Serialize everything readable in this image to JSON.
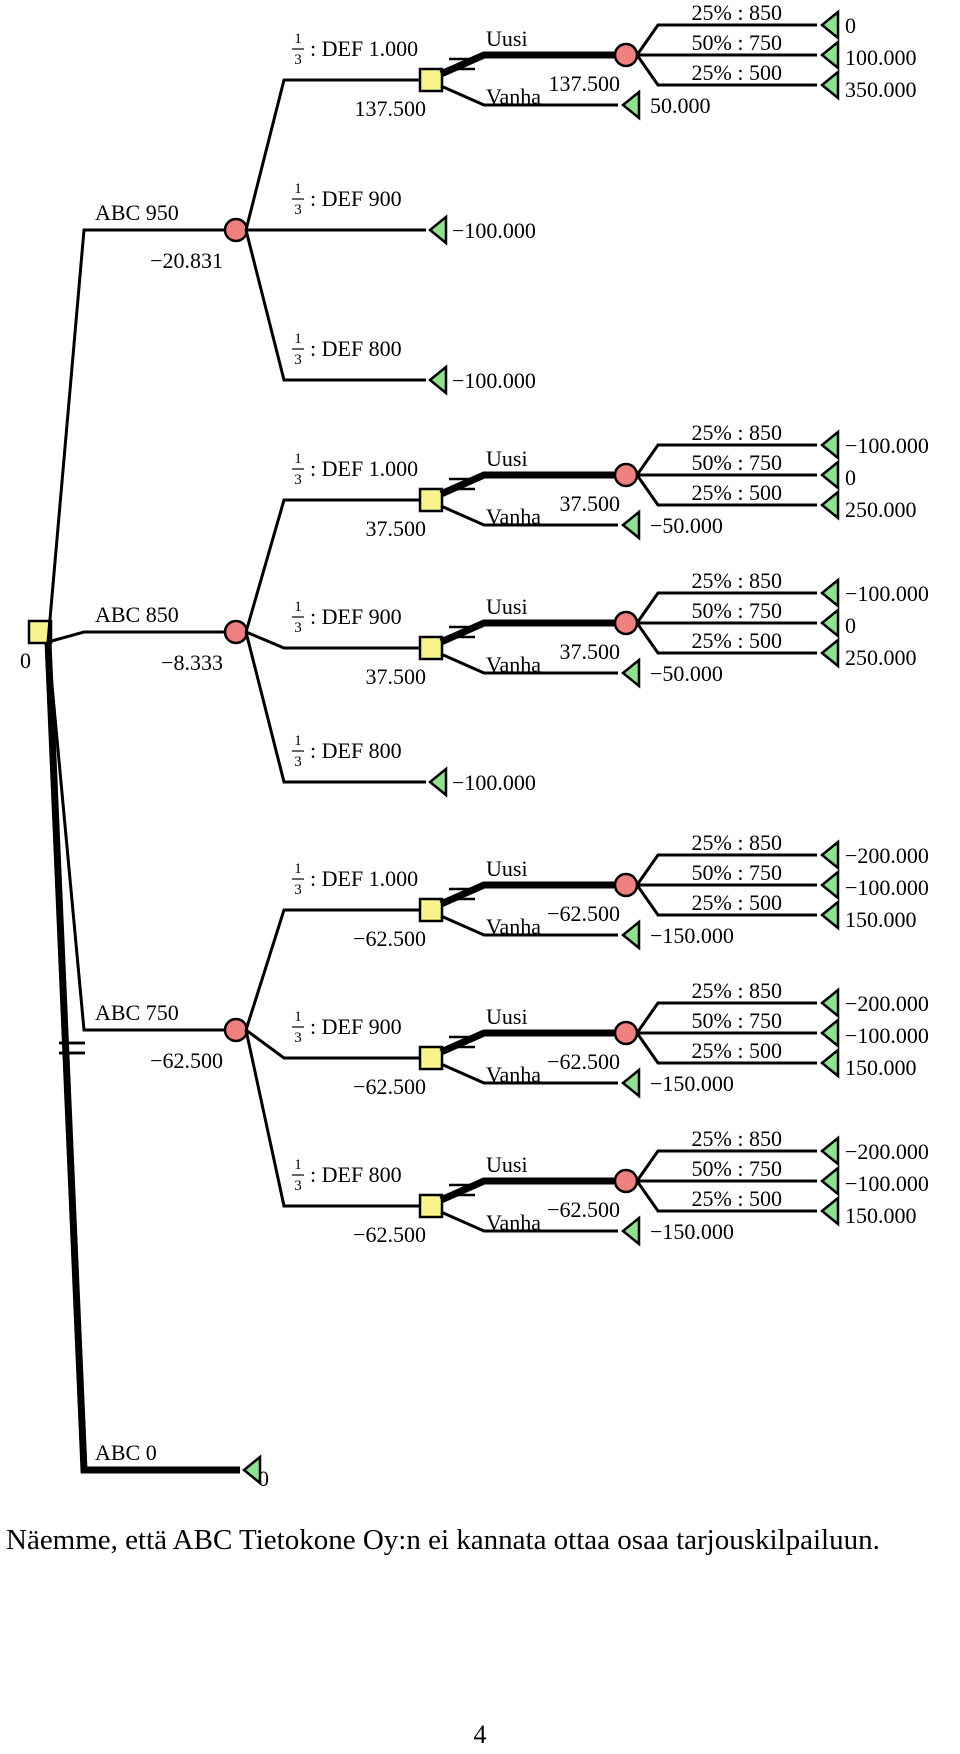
{
  "colors": {
    "decision_node": "#f9f38e",
    "chance_node": "#f08080",
    "terminal_node": "#8fe08f",
    "lines": "#000000"
  },
  "tree": {
    "root_value": "0",
    "options": [
      {
        "label": "ABC 950",
        "value": "−20.831",
        "chosen": false,
        "branches": [
          {
            "prob": "1",
            "prob_den": "3",
            "label": ": DEF 1.000",
            "decision": true,
            "value": "137.500",
            "uusi_label": "Uusi",
            "uusi_value": "137.500",
            "vanha_label": "Vanha",
            "vanha_value": "50.000",
            "uusi_chosen": true,
            "outcomes": [
              {
                "label": "25% : 850",
                "payoff": "0"
              },
              {
                "label": "50% : 750",
                "payoff": "100.000"
              },
              {
                "label": "25% : 500",
                "payoff": "350.000"
              }
            ]
          },
          {
            "prob": "1",
            "prob_den": "3",
            "label": ": DEF 900",
            "decision": false,
            "value": "−100.000"
          },
          {
            "prob": "1",
            "prob_den": "3",
            "label": ": DEF 800",
            "decision": false,
            "value": "−100.000"
          }
        ]
      },
      {
        "label": "ABC 850",
        "value": "−8.333",
        "chosen": false,
        "branches": [
          {
            "prob": "1",
            "prob_den": "3",
            "label": ": DEF 1.000",
            "decision": true,
            "value": "37.500",
            "uusi_label": "Uusi",
            "uusi_value": "37.500",
            "vanha_label": "Vanha",
            "vanha_value": "−50.000",
            "uusi_chosen": true,
            "outcomes": [
              {
                "label": "25% : 850",
                "payoff": "−100.000"
              },
              {
                "label": "50% : 750",
                "payoff": "0"
              },
              {
                "label": "25% : 500",
                "payoff": "250.000"
              }
            ]
          },
          {
            "prob": "1",
            "prob_den": "3",
            "label": ": DEF 900",
            "decision": true,
            "value": "37.500",
            "uusi_label": "Uusi",
            "uusi_value": "37.500",
            "vanha_label": "Vanha",
            "vanha_value": "−50.000",
            "uusi_chosen": true,
            "outcomes": [
              {
                "label": "25% : 850",
                "payoff": "−100.000"
              },
              {
                "label": "50% : 750",
                "payoff": "0"
              },
              {
                "label": "25% : 500",
                "payoff": "250.000"
              }
            ]
          },
          {
            "prob": "1",
            "prob_den": "3",
            "label": ": DEF 800",
            "decision": false,
            "value": "−100.000"
          }
        ]
      },
      {
        "label": "ABC 750",
        "value": "−62.500",
        "chosen": false,
        "branches": [
          {
            "prob": "1",
            "prob_den": "3",
            "label": ": DEF 1.000",
            "decision": true,
            "value": "−62.500",
            "uusi_label": "Uusi",
            "uusi_value": "−62.500",
            "vanha_label": "Vanha",
            "vanha_value": "−150.000",
            "uusi_chosen": true,
            "outcomes": [
              {
                "label": "25% : 850",
                "payoff": "−200.000"
              },
              {
                "label": "50% : 750",
                "payoff": "−100.000"
              },
              {
                "label": "25% : 500",
                "payoff": "150.000"
              }
            ]
          },
          {
            "prob": "1",
            "prob_den": "3",
            "label": ": DEF 900",
            "decision": true,
            "value": "−62.500",
            "uusi_label": "Uusi",
            "uusi_value": "−62.500",
            "vanha_label": "Vanha",
            "vanha_value": "−150.000",
            "uusi_chosen": true,
            "outcomes": [
              {
                "label": "25% : 850",
                "payoff": "−200.000"
              },
              {
                "label": "50% : 750",
                "payoff": "−100.000"
              },
              {
                "label": "25% : 500",
                "payoff": "150.000"
              }
            ]
          },
          {
            "prob": "1",
            "prob_den": "3",
            "label": ": DEF 800",
            "decision": true,
            "value": "−62.500",
            "uusi_label": "Uusi",
            "uusi_value": "−62.500",
            "vanha_label": "Vanha",
            "vanha_value": "−150.000",
            "uusi_chosen": true,
            "outcomes": [
              {
                "label": "25% : 850",
                "payoff": "−200.000"
              },
              {
                "label": "50% : 750",
                "payoff": "−100.000"
              },
              {
                "label": "25% : 500",
                "payoff": "150.000"
              }
            ]
          }
        ]
      },
      {
        "label": "ABC 0",
        "value": "0",
        "chosen": true,
        "terminal": true
      }
    ]
  },
  "text": {
    "conclusion": "Näemme, että ABC Tietokone Oy:n ei kannata ottaa osaa tarjouskilpailuun.",
    "page_number": "4"
  }
}
